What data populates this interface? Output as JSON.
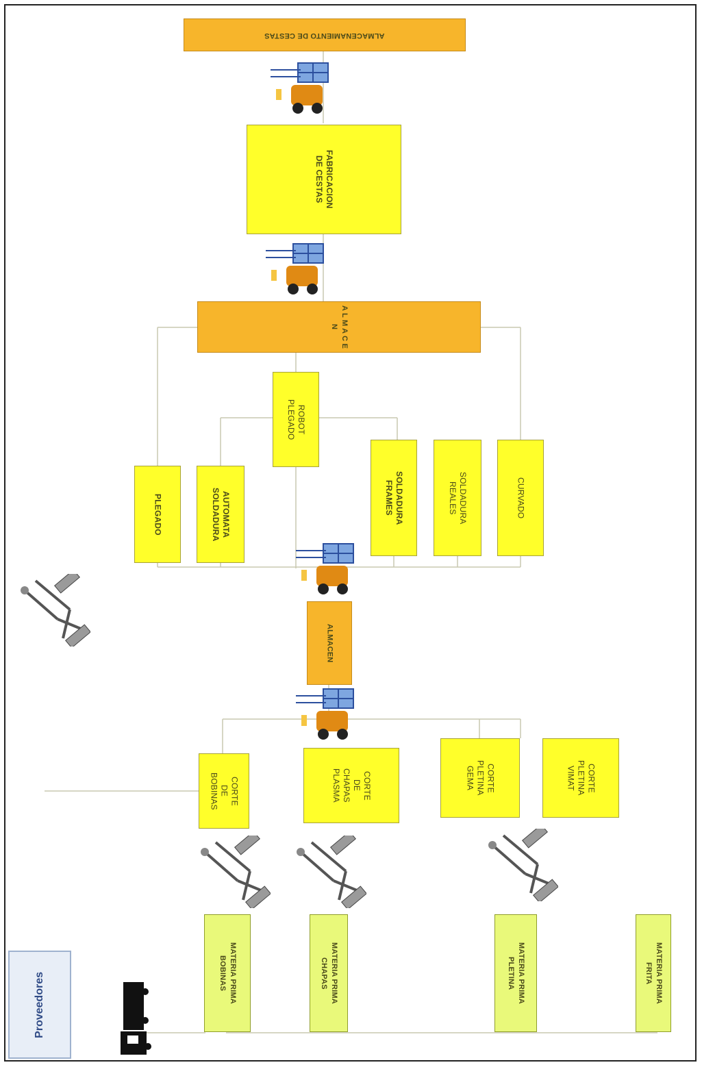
{
  "diagram": {
    "boxes": {
      "almacenamiento": "ALMACENAMIENTO DE CESTAS",
      "fabricacion": "FABRICACION\nDE CESTAS",
      "almacen_top": "A L M A C E N",
      "robot": "ROBOT\nPLEGADO",
      "plegado": "PLEGADO",
      "automata": "AUTOMATA\nSOLDADURA",
      "soldadura_frames": "SOLDADURA\nFRAMES",
      "soldadura_reales": "SOLDADURA\nREALES",
      "curvado": "CURVADO",
      "almacen_mid": "ALMACEN",
      "corte_bobinas": "CORTE\nDE\nBOBINAS",
      "corte_chapas": "CORTE\nDE\nCHAPAS\nPLASMA",
      "corte_pletina_gema": "CORTE\nPLETINA\nGEMA",
      "corte_pletina_vimat": "CORTE\nPLETINA\nVIMAT",
      "mp_bobinas": "MATERIA PRIMA\nBOBINAS",
      "mp_chapas": "MATERIA PRIMA\nCHAPAS",
      "mp_pletina": "MATERIA PRIMA\nPLETINA",
      "mp_frita": "MATERIA PRIMA\nFRITA"
    },
    "proveedores": "Proveedores",
    "colors": {
      "yellow": "#ffff2a",
      "orange": "#f7b52b",
      "lime": "#e9f97a",
      "proveedores_bg": "#e8eef7"
    },
    "icons": [
      "forklift-icon",
      "conveyor-icon",
      "truck-icon"
    ]
  }
}
